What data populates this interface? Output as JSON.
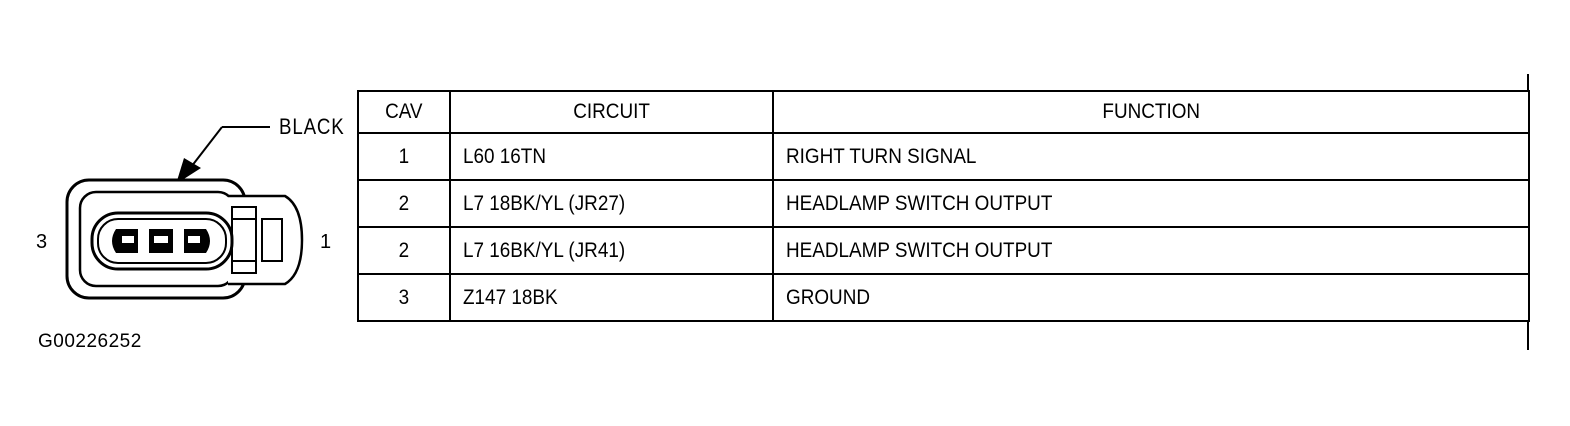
{
  "connector": {
    "color_label": "BLACK",
    "pin_left": "3",
    "pin_right": "1",
    "figure_id": "G00226252"
  },
  "table": {
    "headers": {
      "cav": "CAV",
      "circuit": "CIRCUIT",
      "function": "FUNCTION"
    },
    "rows": [
      {
        "cav": "1",
        "circuit": "L60 16TN",
        "function": "RIGHT TURN SIGNAL"
      },
      {
        "cav": "2",
        "circuit": "L7 18BK/YL (JR27)",
        "function": "HEADLAMP SWITCH OUTPUT"
      },
      {
        "cav": "2",
        "circuit": "L7 16BK/YL (JR41)",
        "function": "HEADLAMP SWITCH OUTPUT"
      },
      {
        "cav": "3",
        "circuit": "Z147 18BK",
        "function": "GROUND"
      }
    ]
  },
  "colors": {
    "ink": "#000000",
    "background": "#ffffff"
  }
}
